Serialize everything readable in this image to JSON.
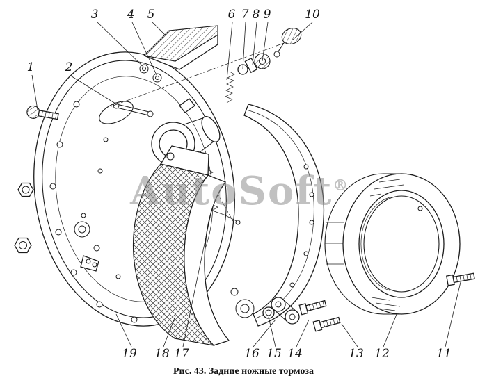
{
  "figure": {
    "caption": "Рис. 43. Задние ножные тормоза"
  },
  "watermark": {
    "text": "AutoSoft",
    "reg": "®"
  },
  "callouts": [
    "1",
    "2",
    "3",
    "4",
    "5",
    "6",
    "7",
    "8",
    "9",
    "10",
    "11",
    "12",
    "13",
    "14",
    "15",
    "16",
    "17",
    "18",
    "19"
  ]
}
